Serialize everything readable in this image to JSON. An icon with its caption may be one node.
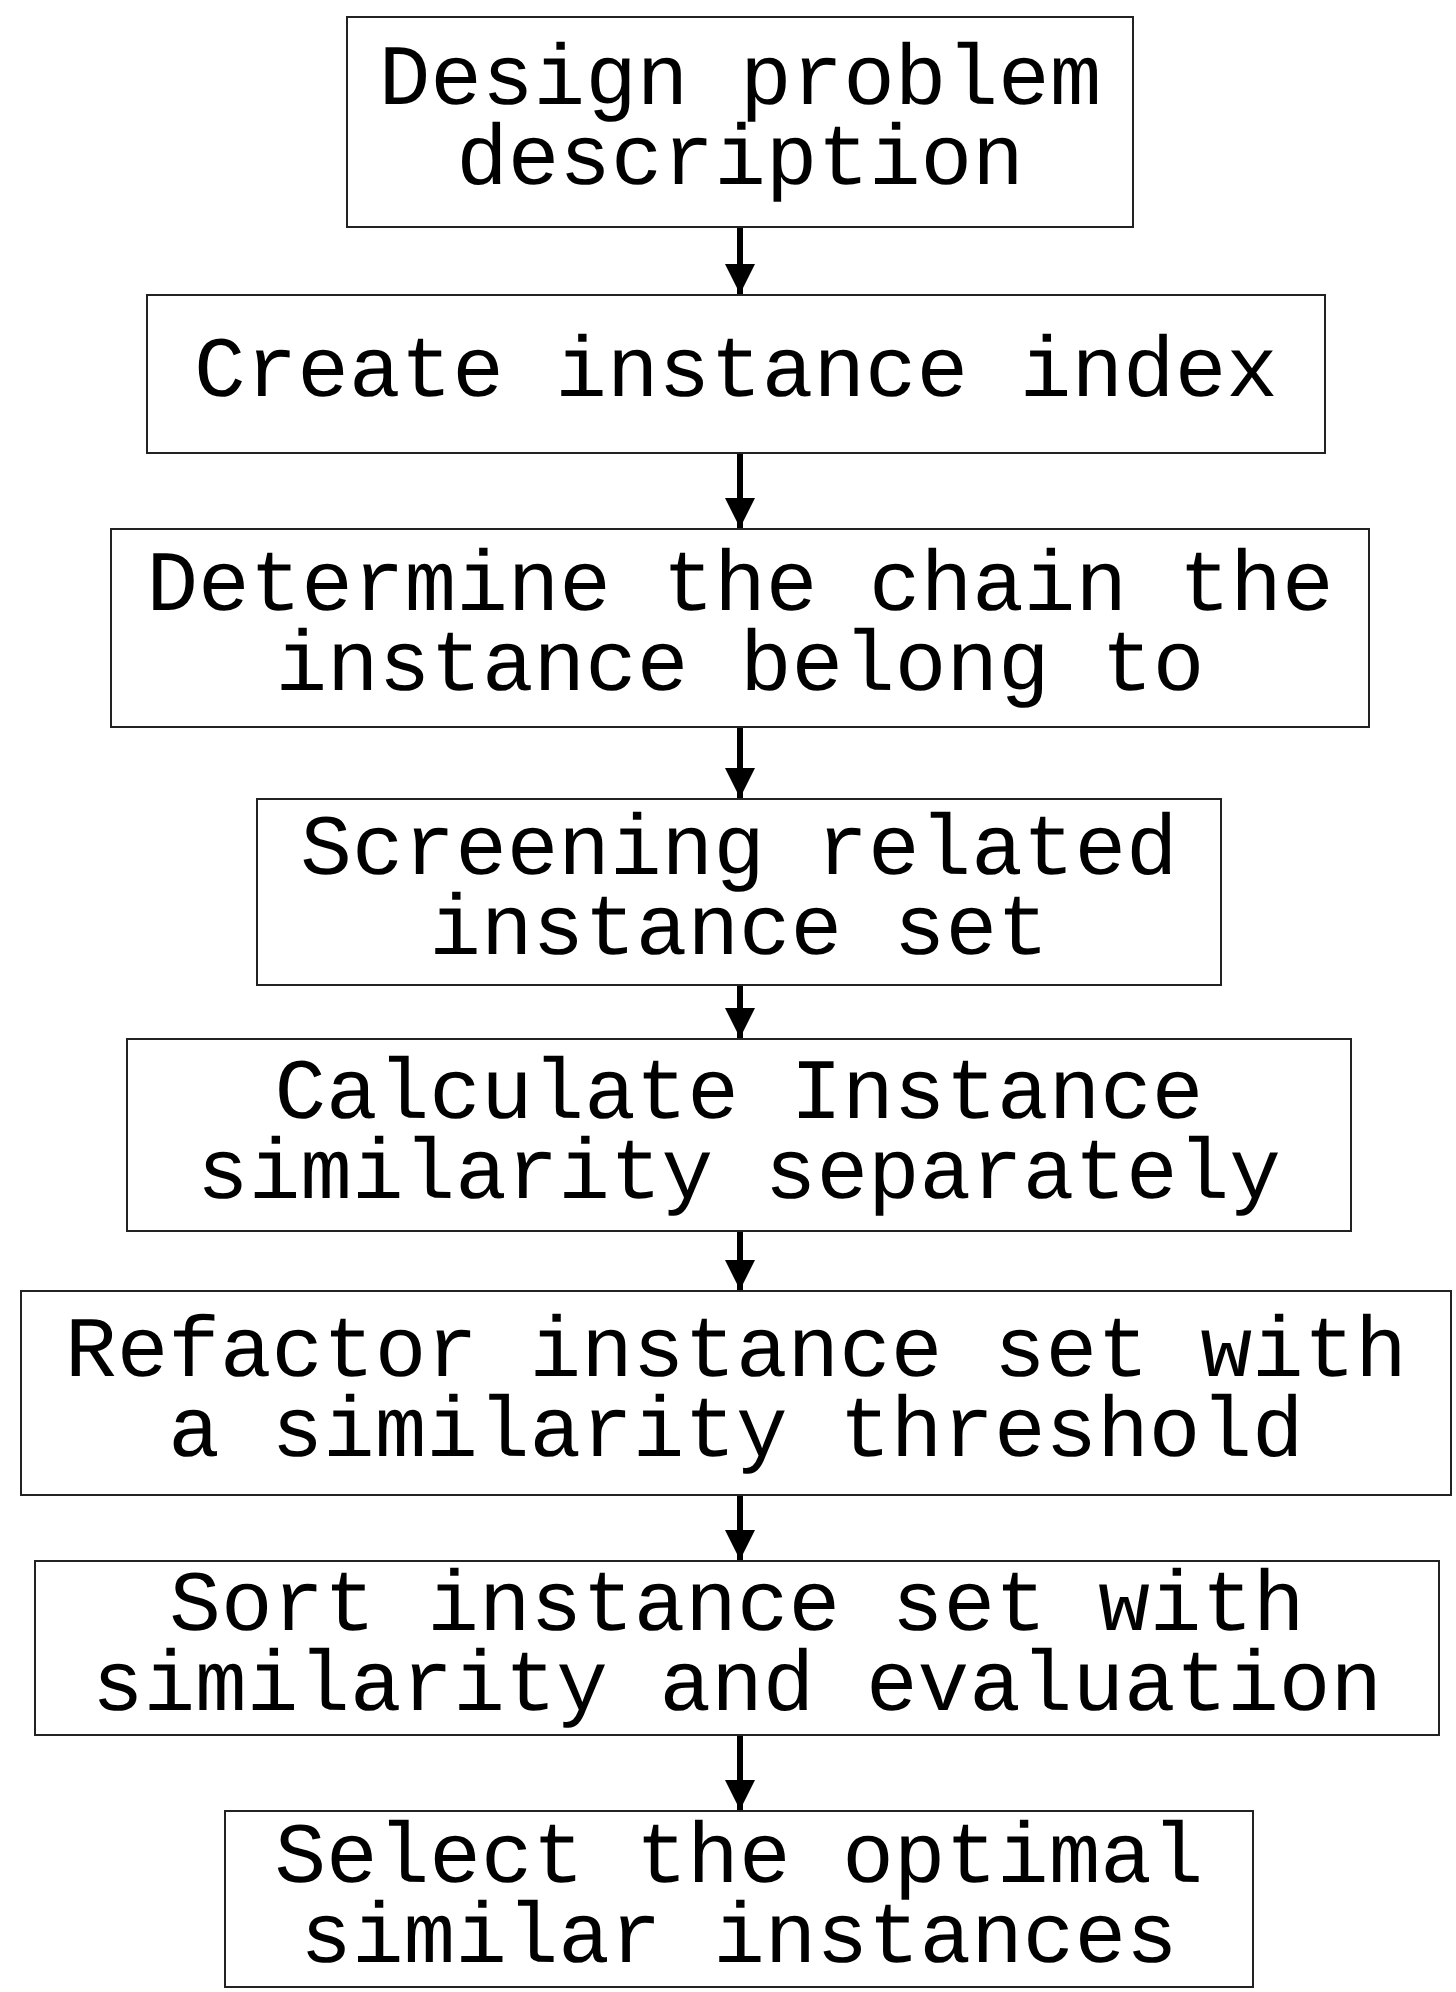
{
  "diagram": {
    "nodes": [
      {
        "text": [
          "Design problem description"
        ]
      },
      {
        "text": [
          "Create instance index"
        ]
      },
      {
        "text": [
          "Determine the chain the instance belong to"
        ]
      },
      {
        "text": [
          "Screening related instance set"
        ]
      },
      {
        "text": [
          "Calculate Instance similarity separately"
        ]
      },
      {
        "text": [
          "Refactor instance set with a similarity threshold"
        ]
      },
      {
        "text": [
          "Sort instance set with similarity and evaluation"
        ]
      },
      {
        "text": [
          "Select the optimal similar instances"
        ]
      }
    ],
    "edges": [
      {
        "from": 0,
        "to": 1,
        "arrow": "to"
      },
      {
        "from": 1,
        "to": 2,
        "arrow": "to"
      },
      {
        "from": 2,
        "to": 3,
        "arrow": "to"
      },
      {
        "from": 3,
        "to": 4,
        "arrow": "to"
      },
      {
        "from": 4,
        "to": 5,
        "arrow": "to"
      },
      {
        "from": 5,
        "to": 6,
        "arrow": "to"
      },
      {
        "from": 6,
        "to": 7,
        "arrow": "to"
      }
    ]
  }
}
